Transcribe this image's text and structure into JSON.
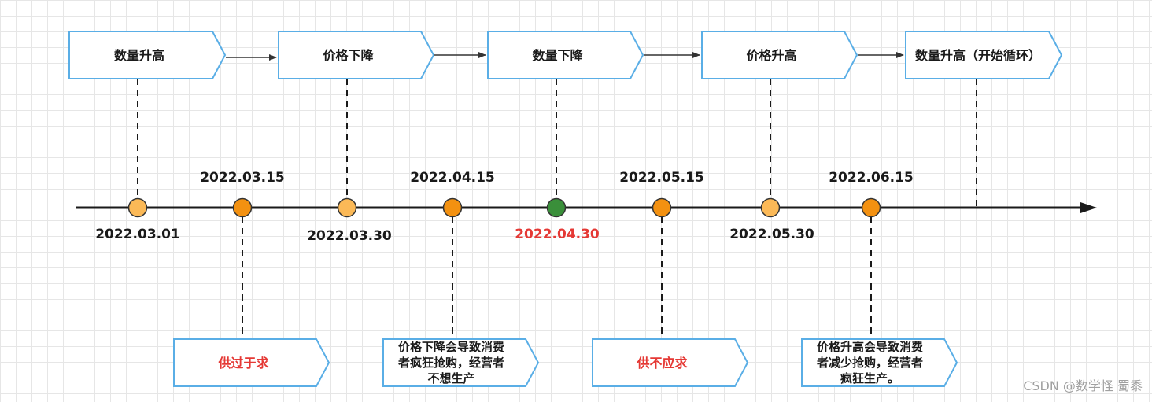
{
  "top_stages": [
    {
      "label": "数量升高"
    },
    {
      "label": "价格下降"
    },
    {
      "label": "数量下降"
    },
    {
      "label": "价格升高"
    },
    {
      "label": "数量升高（开始循环）"
    }
  ],
  "bottom_notes": [
    {
      "label": "供过于求",
      "highlight": true
    },
    {
      "label": "价格下降会导致消费者疯狂抢购，经营者不想生产",
      "highlight": false
    },
    {
      "label": "供不应求",
      "highlight": true
    },
    {
      "label": "价格升高会导致消费者减少抢购，经营者疯狂生产。",
      "highlight": false
    }
  ],
  "dates": {
    "d1": "2022.03.01",
    "d2": "2022.03.15",
    "d3": "2022.03.30",
    "d4": "2022.04.15",
    "d5": "2022.04.30",
    "d6": "2022.05.15",
    "d7": "2022.05.30",
    "d8": "2022.06.15"
  },
  "colors": {
    "box_border": "#5aaee6",
    "node_light": "#fbb957",
    "node_dark": "#f39111",
    "node_green": "#3a8f3a",
    "highlight_text": "#e53935"
  },
  "watermark": "CSDN @数学怪 蜀黍"
}
